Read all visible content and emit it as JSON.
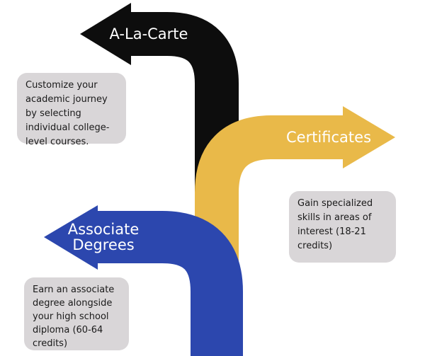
{
  "colors": {
    "black_arrow": "#0d0d0d",
    "gold_arrow": "#e9b949",
    "blue_arrow": "#2c47ae",
    "card_bg": "#d9d6d8"
  },
  "arrows": {
    "alacarte": {
      "label": "A-La-Carte"
    },
    "certificates": {
      "label": "Certificates"
    },
    "associate": {
      "label_line1": "Associate",
      "label_line2": "Degrees"
    }
  },
  "cards": {
    "alacarte": "Customize your academic journey by selecting individual college-level courses.",
    "certificates": "Gain specialized skills in areas of interest (18-21 credits)",
    "associate": "Earn an associate degree alongside your high school diploma (60-64 credits)"
  }
}
